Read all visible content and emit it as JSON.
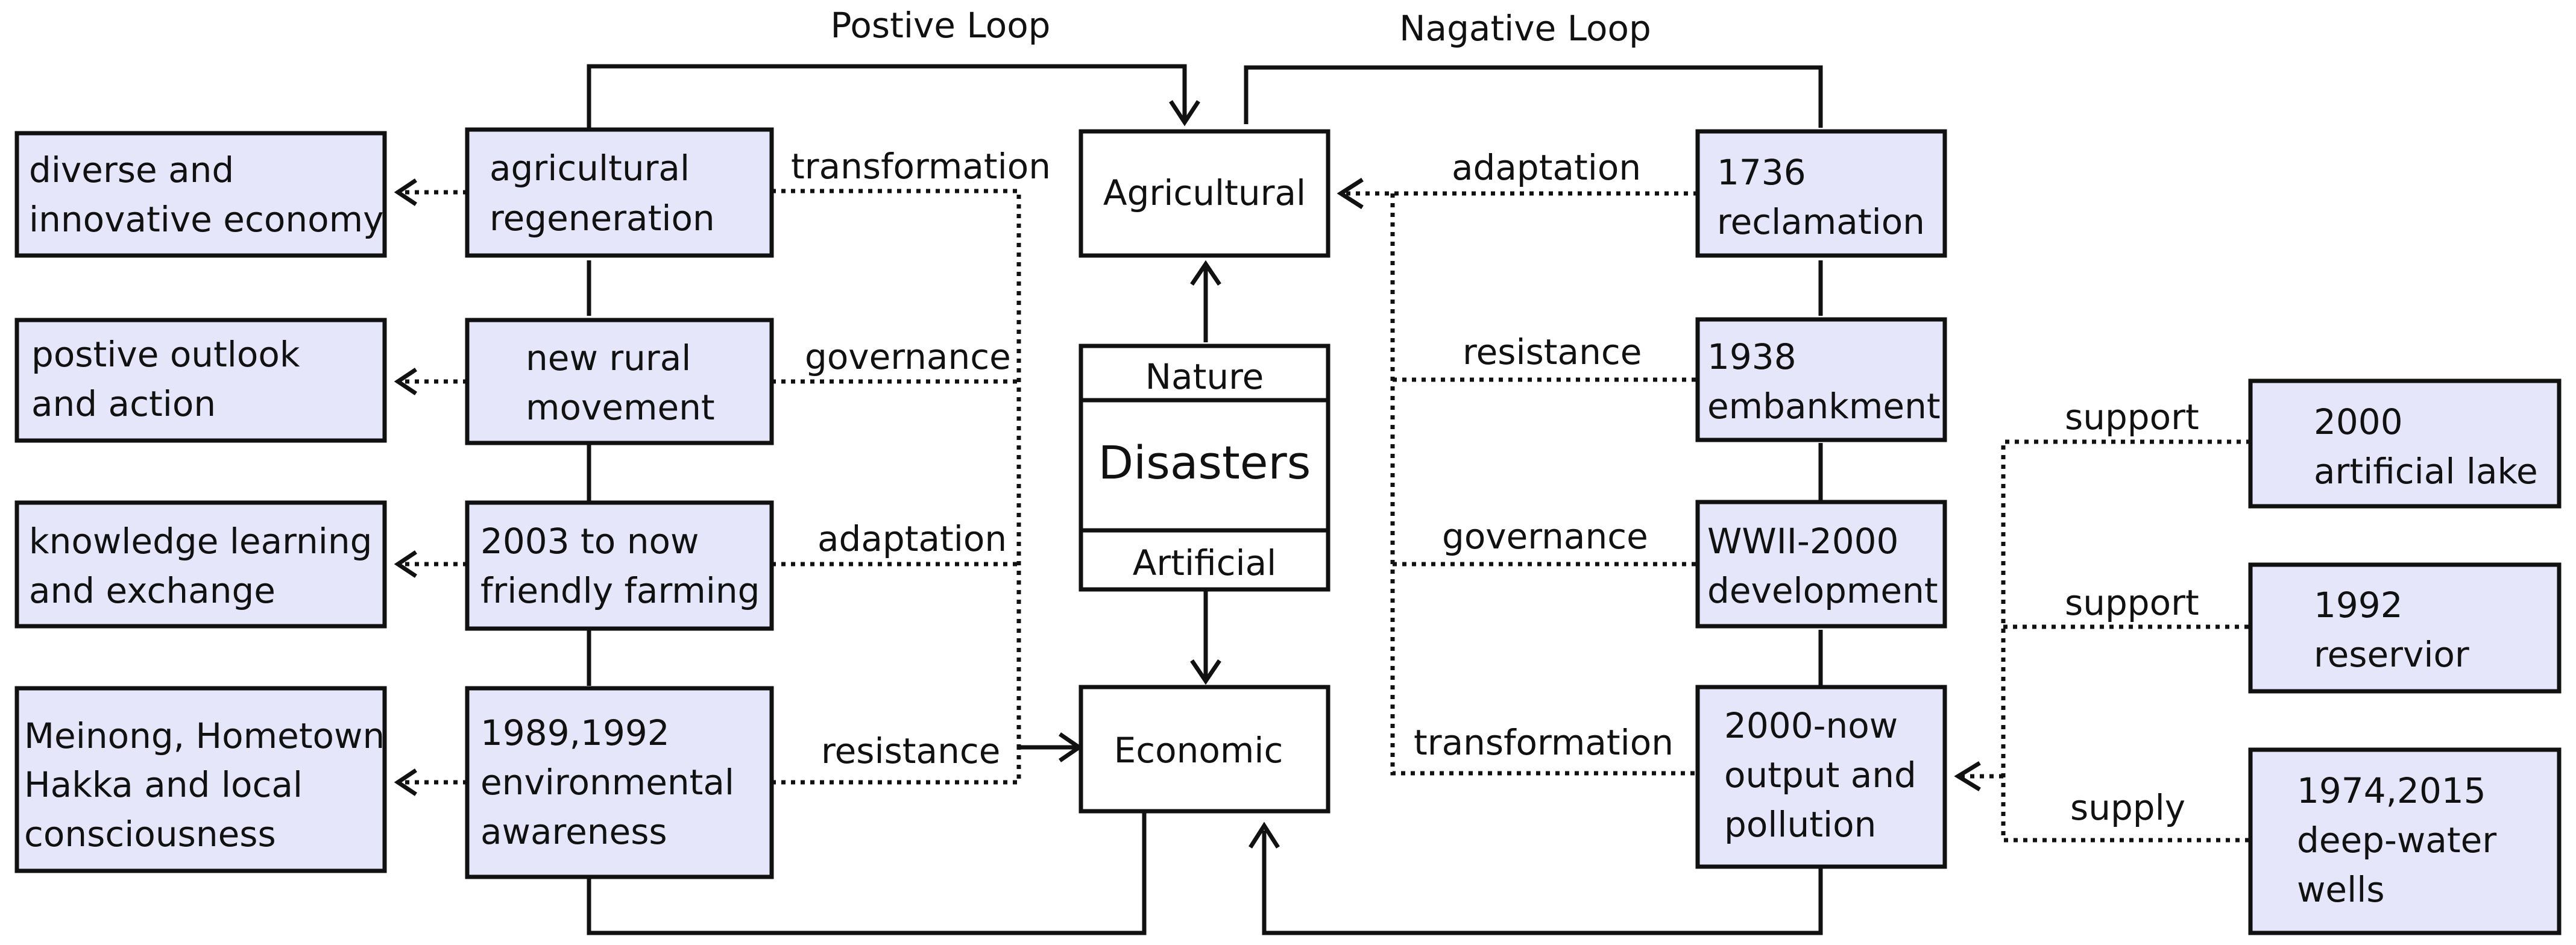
{
  "loops": {
    "positive": "Postive Loop",
    "negative": "Nagative Loop"
  },
  "center": {
    "agricultural": "Agricultural",
    "nature": "Nature",
    "disasters": "Disasters",
    "artificial": "Artificial",
    "economic": "Economic"
  },
  "left_outcomes": [
    [
      "diverse and",
      "innovative economy"
    ],
    [
      "postive outlook",
      "and action"
    ],
    [
      "knowledge learning",
      "and exchange"
    ],
    [
      "Meinong, Hometown",
      "Hakka and local",
      "consciousness"
    ]
  ],
  "left_events": [
    [
      "agricultural",
      "regeneration"
    ],
    [
      "new rural",
      "movement"
    ],
    [
      "2003 to now",
      "friendly farming"
    ],
    [
      "1989,1992",
      "environmental",
      "awareness"
    ]
  ],
  "left_links": [
    "transformation",
    "governance",
    "adaptation",
    "resistance"
  ],
  "right_events": [
    [
      "1736",
      "reclamation"
    ],
    [
      "1938",
      "embankment"
    ],
    [
      "WWII-2000",
      "development"
    ],
    [
      "2000-now",
      "output and",
      "pollution"
    ]
  ],
  "right_links": [
    "adaptation",
    "resistance",
    "governance",
    "transformation"
  ],
  "far_right": [
    [
      "2000",
      "artificial lake"
    ],
    [
      "1992",
      "reservior"
    ],
    [
      "1974,2015",
      "deep-water",
      "wells"
    ]
  ],
  "far_right_links": [
    "support",
    "support",
    "supply"
  ]
}
